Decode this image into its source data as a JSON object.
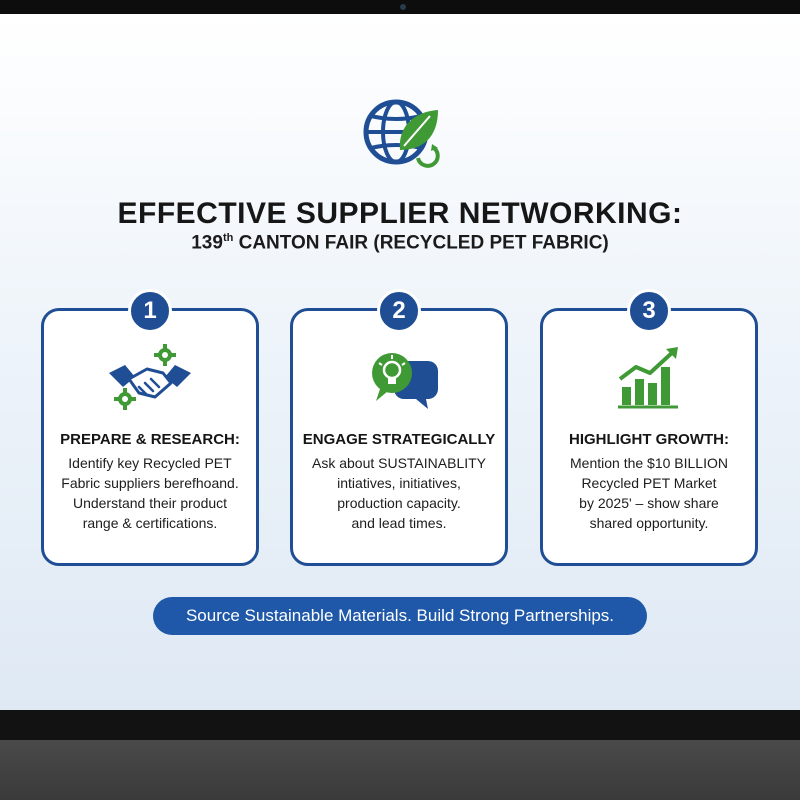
{
  "title": "EFFECTIVE SUPPLIER NETWORKING:",
  "subtitle": {
    "number": "139",
    "ordinal": "th",
    "rest": " CANTON FAIR (RECYCLED PET FABRIC)"
  },
  "logo_icon": "globe-leaf-recycle-icon",
  "colors": {
    "primary_blue": "#1f4e94",
    "accent_green": "#3f9a35",
    "tagline_blue": "#1f58a8"
  },
  "cards": [
    {
      "number": "1",
      "icon": "handshake-gears-icon",
      "title": "PREPARE & RESEARCH:",
      "lines": [
        "Identify key Recycled PET",
        "Fabric suppliers berefhoand.",
        "Understand their product",
        "range & certifications."
      ]
    },
    {
      "number": "2",
      "icon": "lightbulb-chat-icon",
      "title": "ENGAGE STRATEGICALLY",
      "lines": [
        "Ask about SUSTAINABLITY",
        "intiatives, initiatives,",
        "production capacity.",
        "and lead times."
      ]
    },
    {
      "number": "3",
      "icon": "growth-chart-icon",
      "title": "HIGHLIGHT GROWTH:",
      "lines": [
        "Mention the $10 BILLION",
        "Recycled PET Market",
        "by 2025' – show share",
        "shared opportunity."
      ]
    }
  ],
  "tagline": "Source Sustainable Materials. Build Strong Partnerships."
}
